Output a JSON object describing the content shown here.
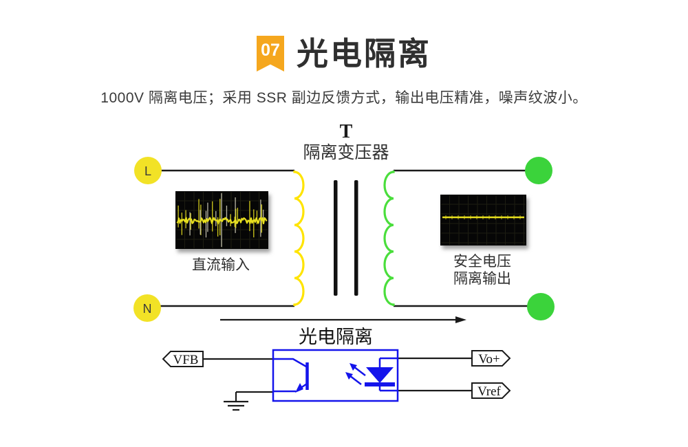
{
  "header": {
    "badge_number": "07",
    "title": "光电隔离"
  },
  "subtitle": "1000V 隔离电压；采用 SSR 副边反馈方式，输出电压精准，噪声纹波小。",
  "transformer": {
    "symbol": "T",
    "label": "隔离变压器"
  },
  "nodes": {
    "live": "L",
    "neutral": "N"
  },
  "scopes": {
    "input_label": "直流输入",
    "output_label_line1": "安全电压",
    "output_label_line2": "隔离输出"
  },
  "optocoupler": {
    "label": "光电隔离",
    "terminal_vfb": "VFB",
    "terminal_vo": "Vo+",
    "terminal_vref": "Vref"
  },
  "colors": {
    "accent_orange": "#f5a71e",
    "wire_black": "#1a1a1a",
    "coil_yellow": "#ffe400",
    "coil_green": "#4ade3c",
    "node_yellow": "#f2e226",
    "node_green": "#3bd33b",
    "opto_blue": "#1414eb",
    "scope_bg": "#060606",
    "scope_grid": "#1d1d12",
    "scope_trace": "#e8e01e",
    "scope_spike_gray": "#cfccb8"
  }
}
